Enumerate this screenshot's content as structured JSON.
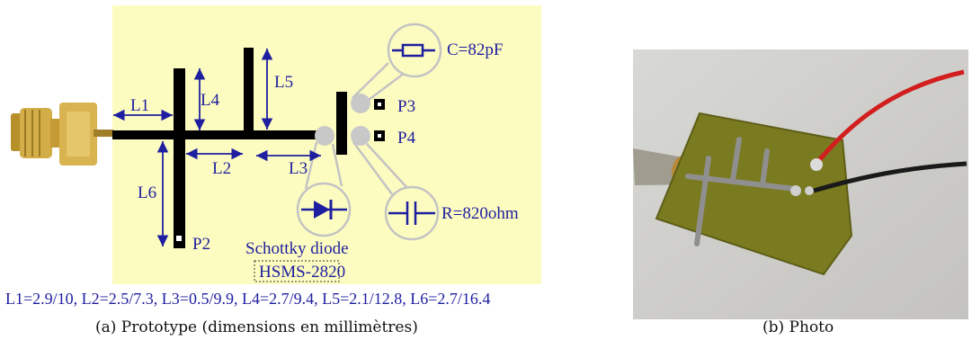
{
  "labels": {
    "l1": "L1",
    "l2": "L2",
    "l3": "L3",
    "l4": "L4",
    "l5": "L5",
    "l6": "L6",
    "p2": "P2",
    "p3": "P3",
    "p4": "P4",
    "capacitor": "C=82pF",
    "resistor": "R=820ohm",
    "diode_name": "Schottky diode",
    "diode_part": "HSMS-2820"
  },
  "dimensions_line": "L1=2.9/10, L2=2.5/7.3, L3=0.5/9.9, L4=2.7/9.4, L5=2.1/12.8, L6=2.7/16.4",
  "captions": {
    "a": "(a)  Prototype (dimensions en millimètres)",
    "b": "(b)  Photo"
  },
  "colors": {
    "substrate": "#fdfcc0",
    "trace": "#000000",
    "annotation": "#1e1ea0",
    "pad": "#c8c8c8",
    "connector": "#c9a032",
    "photo_board": "#7a7a20"
  }
}
